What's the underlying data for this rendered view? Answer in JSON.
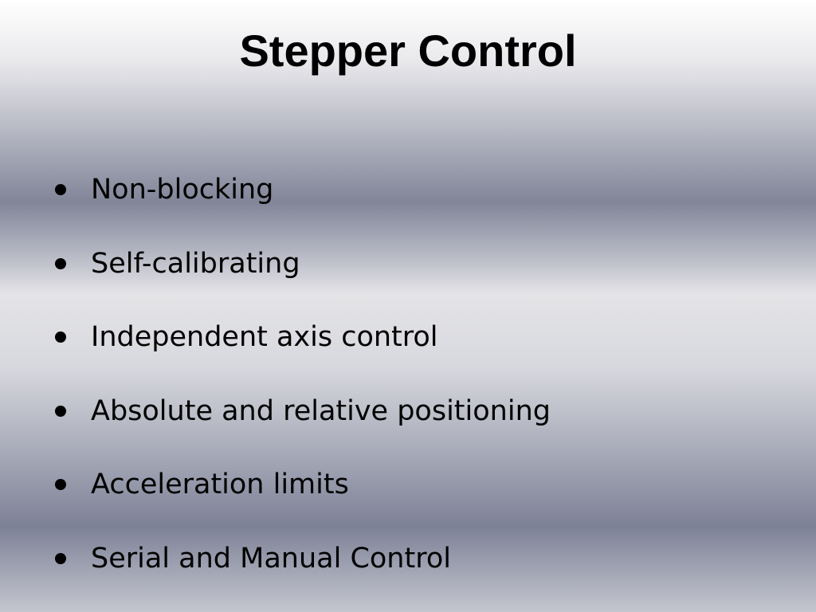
{
  "slide": {
    "title": "Stepper Control",
    "bullets": [
      {
        "label": "Non-blocking"
      },
      {
        "label": "Self-calibrating"
      },
      {
        "label": "Independent axis control"
      },
      {
        "label": "Absolute and relative positioning"
      },
      {
        "label": "Acceleration limits"
      },
      {
        "label": "Serial and Manual Control"
      }
    ]
  },
  "colors": {
    "text": "#000000",
    "background_light": "#ffffff",
    "background_dark": "#7d8196"
  }
}
